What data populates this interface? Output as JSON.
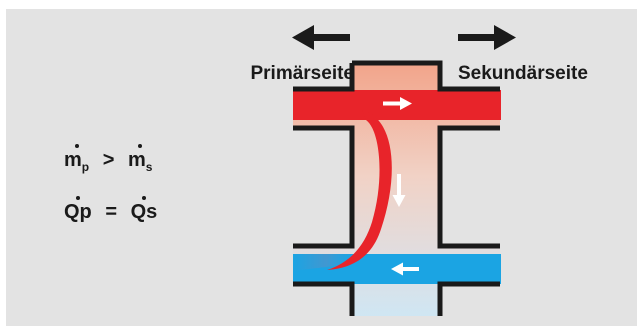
{
  "labels": {
    "primary_side": "Primärseite",
    "secondary_side": "Sekundärseite"
  },
  "formulas": {
    "mass_flow": {
      "left_var": "m",
      "left_sub": "p",
      "operator": ">",
      "right_var": "m",
      "right_sub": "s"
    },
    "heat_flow": {
      "left": "Qp",
      "operator": "=",
      "right": "Qs"
    }
  },
  "colors": {
    "background": "#e3e3e3",
    "hot_flow": "#e8242a",
    "cold_flow": "#1ba4e3",
    "outline": "#1a1a1a",
    "flow_arrow": "#ffffff"
  },
  "icons": {
    "left_arrow": "arrow-left-icon",
    "right_arrow": "arrow-right-icon",
    "flow_arrows": [
      "flow-arrow-right-icon",
      "flow-arrow-down-icon",
      "flow-arrow-left-icon"
    ]
  }
}
